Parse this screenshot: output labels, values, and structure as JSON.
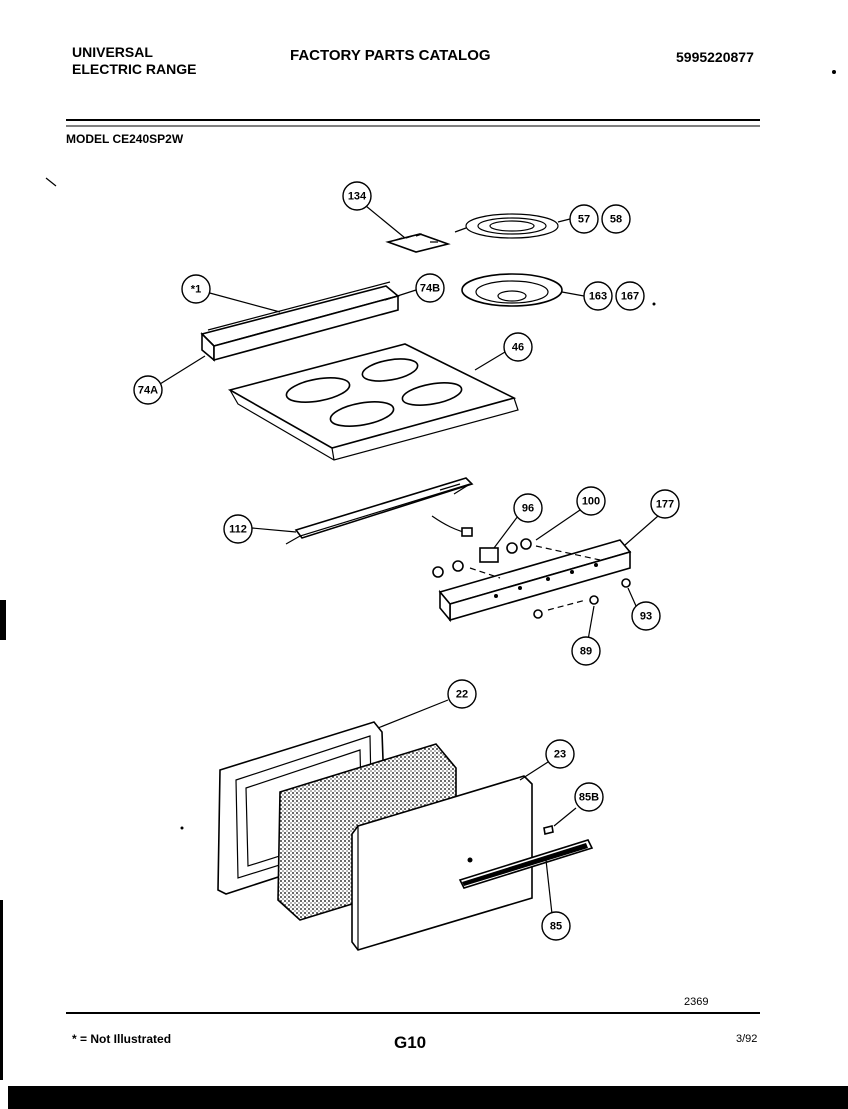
{
  "header": {
    "brand_line1": "UNIVERSAL",
    "brand_line2": "ELECTRIC RANGE",
    "catalog_title": "FACTORY PARTS CATALOG",
    "catalog_number": "5995220877",
    "model": "MODEL CE240SP2W"
  },
  "callouts": [
    {
      "id": "134",
      "label": "134"
    },
    {
      "id": "57",
      "label": "57"
    },
    {
      "id": "58",
      "label": "58"
    },
    {
      "id": "star",
      "label": "*1"
    },
    {
      "id": "74B",
      "label": "74B"
    },
    {
      "id": "163",
      "label": "163"
    },
    {
      "id": "167",
      "label": "167"
    },
    {
      "id": "46",
      "label": "46"
    },
    {
      "id": "74A",
      "label": "74A"
    },
    {
      "id": "112",
      "label": "112"
    },
    {
      "id": "96",
      "label": "96"
    },
    {
      "id": "100",
      "label": "100"
    },
    {
      "id": "177",
      "label": "177"
    },
    {
      "id": "93",
      "label": "93"
    },
    {
      "id": "89",
      "label": "89"
    },
    {
      "id": "22",
      "label": "22"
    },
    {
      "id": "23",
      "label": "23"
    },
    {
      "id": "85B",
      "label": "85B"
    },
    {
      "id": "85",
      "label": "85"
    }
  ],
  "footer": {
    "drawing_code": "2369",
    "note": "* = Not Illustrated",
    "page": "G10",
    "date": "3/92"
  }
}
